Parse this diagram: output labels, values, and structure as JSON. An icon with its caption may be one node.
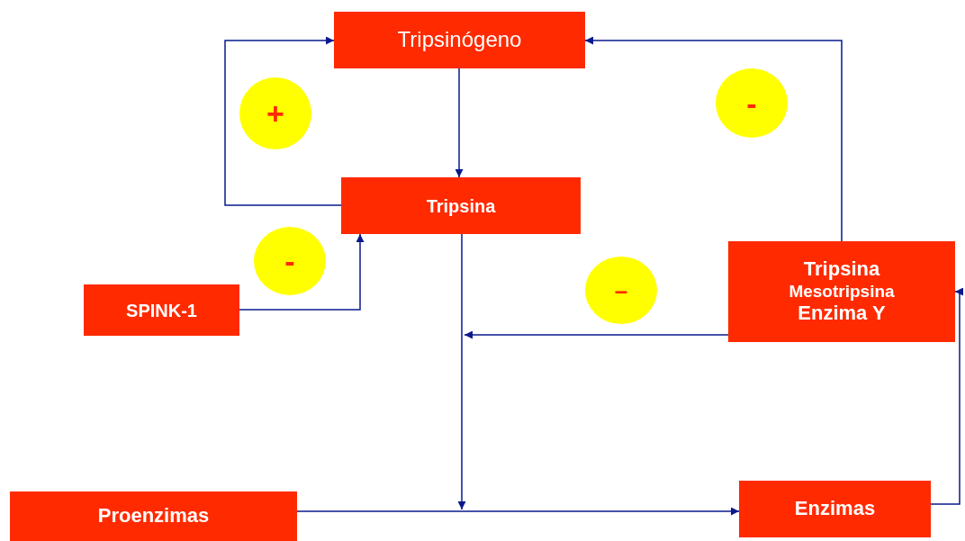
{
  "diagram": {
    "nodes": [
      {
        "text": [
          "Tripsinógeno"
        ]
      },
      {
        "text": [
          "+"
        ]
      },
      {
        "text": [
          "-"
        ]
      },
      {
        "text": [
          "Tripsina"
        ]
      },
      {
        "text": [
          "-"
        ]
      },
      {
        "text": [
          "SPINK-1"
        ]
      },
      {
        "text": [
          "–"
        ]
      },
      {
        "text": [
          "Tripsina",
          "Mesotripsina",
          "Enzima Y"
        ]
      },
      {
        "text": [
          "Proenzimas"
        ]
      },
      {
        "text": [
          "Enzimas"
        ]
      }
    ],
    "edges": [
      {
        "from": 0,
        "to": 3,
        "arrow": "to"
      },
      {
        "from": 3,
        "to": 0,
        "arrow": "to"
      },
      {
        "from": 7,
        "to": 0,
        "arrow": "to"
      },
      {
        "from": 5,
        "to": 3,
        "arrow": "to"
      },
      {
        "from": 3,
        "to": null,
        "arrow": "to"
      },
      {
        "from": 7,
        "to": null,
        "arrow": "to"
      },
      {
        "from": 8,
        "to": 9,
        "arrow": "to"
      },
      {
        "from": 9,
        "to": 7,
        "arrow": "to"
      }
    ]
  }
}
